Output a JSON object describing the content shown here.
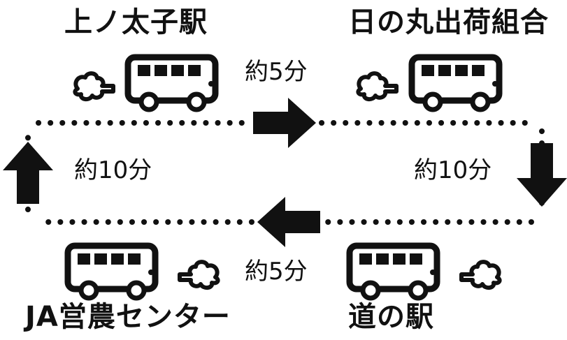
{
  "stops": {
    "top_left": "上ノ太子駅",
    "top_right": "日の丸出荷組合",
    "bottom_right": "道の駅",
    "bottom_left": "JA営農センター"
  },
  "times": {
    "top": "約5分",
    "right": "約10分",
    "bottom": "約5分",
    "left": "約10分"
  },
  "colors": {
    "ink": "#111111",
    "background": "#ffffff"
  },
  "icons": [
    "bus-icon",
    "exhaust-cloud-icon",
    "arrow-icon"
  ]
}
